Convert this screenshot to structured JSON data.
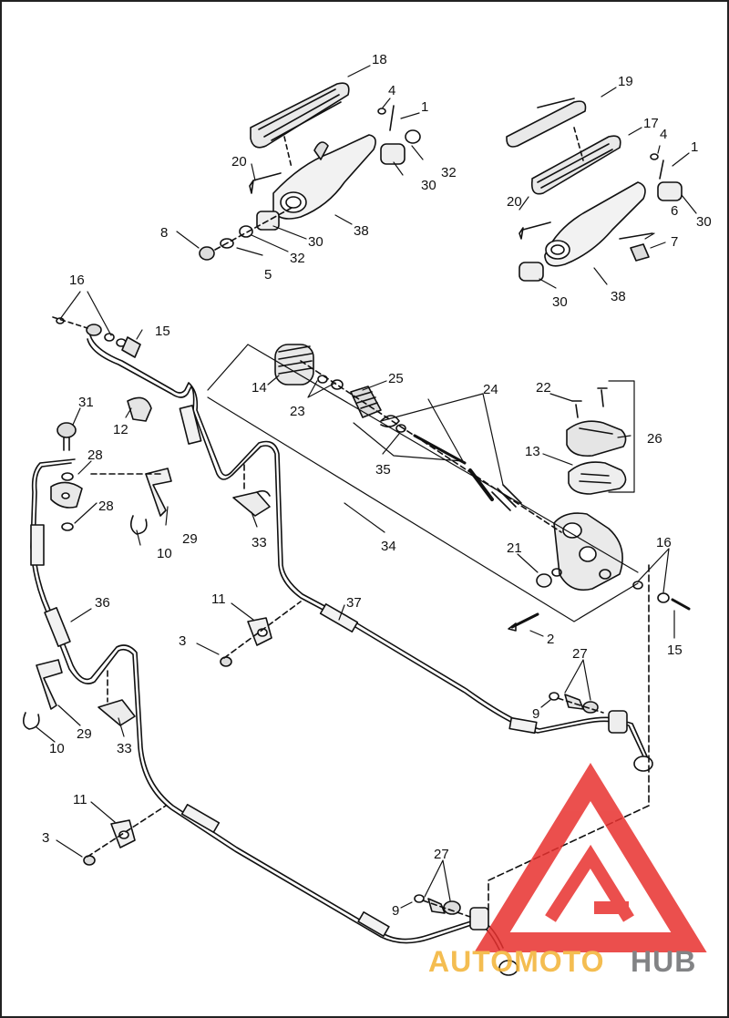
{
  "callouts": [
    "1",
    "2",
    "3",
    "4",
    "5",
    "6",
    "7",
    "8",
    "9",
    "10",
    "11",
    "12",
    "13",
    "14",
    "15",
    "16",
    "17",
    "18",
    "19",
    "20",
    "21",
    "22",
    "23",
    "24",
    "25",
    "26",
    "27",
    "28",
    "29",
    "30",
    "31",
    "32",
    "33",
    "34",
    "35",
    "36",
    "37",
    "38"
  ],
  "watermark": {
    "part1": "AUTOMOTO",
    "part2": "HUB",
    "colors": {
      "part1": "#f3b233",
      "part2": "#6d6e70",
      "logo": "#e8312f"
    }
  },
  "colors": {
    "line": "#111111",
    "background": "#ffffff",
    "frame": "#222222"
  }
}
